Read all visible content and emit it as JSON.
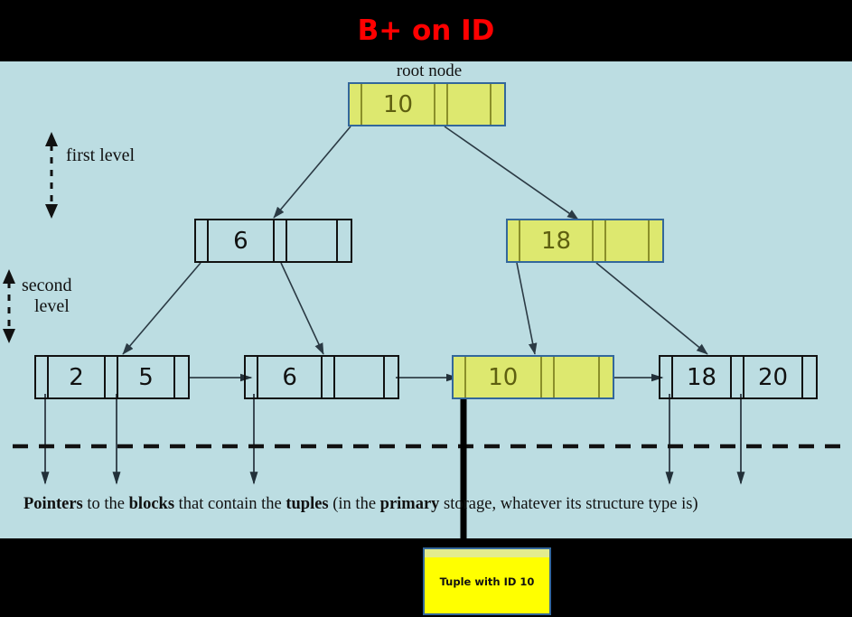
{
  "banner": {
    "title": "B+ on ID"
  },
  "diagram": {
    "root_label": "root node",
    "level_labels": [
      {
        "name": "first-level",
        "text": "first  level"
      },
      {
        "name": "second-level",
        "line1": "second",
        "line2": "level"
      }
    ],
    "root_node": {
      "highlighted": true,
      "cells": [
        "",
        "10",
        "",
        "",
        ""
      ]
    },
    "internal_nodes": [
      {
        "name": "internal-node-left",
        "highlighted": false,
        "cells": [
          "",
          "6",
          "",
          "",
          ""
        ]
      },
      {
        "name": "internal-node-right",
        "highlighted": true,
        "cells": [
          "",
          "18",
          "",
          "",
          ""
        ]
      }
    ],
    "leaf_nodes": [
      {
        "name": "leaf-node-1",
        "highlighted": false,
        "cells": [
          "",
          "2",
          "",
          "5",
          ""
        ]
      },
      {
        "name": "leaf-node-2",
        "highlighted": false,
        "cells": [
          "",
          "6",
          "",
          "",
          ""
        ]
      },
      {
        "name": "leaf-node-3",
        "highlighted": true,
        "cells": [
          "",
          "10",
          "",
          "",
          ""
        ]
      },
      {
        "name": "leaf-node-4",
        "highlighted": false,
        "cells": [
          "",
          "18",
          "",
          "20",
          ""
        ]
      }
    ],
    "caption": {
      "p1": "Pointers",
      "p2": " to the ",
      "p3": "blocks",
      "p4": " that contain the ",
      "p5": "tuples",
      "p6": " (in the ",
      "p7": "primary",
      "p8": " storage, whatever its structure type is)"
    },
    "tuple_box": {
      "label": "Tuple with  ID 10"
    }
  },
  "colors": {
    "banner_bg": "#000000",
    "title_red": "#ff0000",
    "canvas_bg": "#bcdde2",
    "highlight_fill": "#dde86f",
    "highlight_border": "#33679b",
    "node_border": "#111111",
    "tuple_fill": "#ffff00"
  }
}
